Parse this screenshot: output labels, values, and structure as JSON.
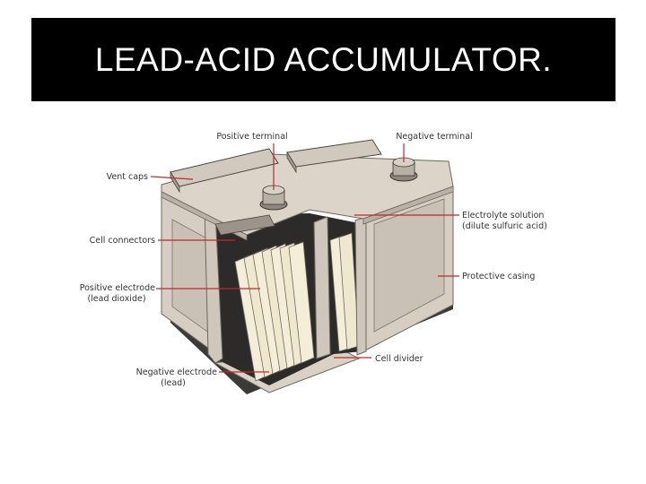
{
  "title": "LEAD-ACID ACCUMULATOR.",
  "labels": {
    "positive_terminal": "Positive terminal",
    "negative_terminal": "Negative terminal",
    "vent_caps": "Vent caps",
    "electrolyte_line1": "Electrolyte solution",
    "electrolyte_line2": "(dilute sulfuric acid)",
    "cell_connectors": "Cell connectors",
    "protective_casing": "Protective casing",
    "positive_electrode_line1": "Positive electrode",
    "positive_electrode_line2": "(lead dioxide)",
    "cell_divider": "Cell divider",
    "negative_electrode_line1": "Negative electrode",
    "negative_electrode_line2": "(lead)"
  },
  "colors": {
    "leader_line": "#c0282e",
    "casing": "#d8d0c4",
    "casing_dark": "#8a8078",
    "plate": "#f4eed8"
  }
}
